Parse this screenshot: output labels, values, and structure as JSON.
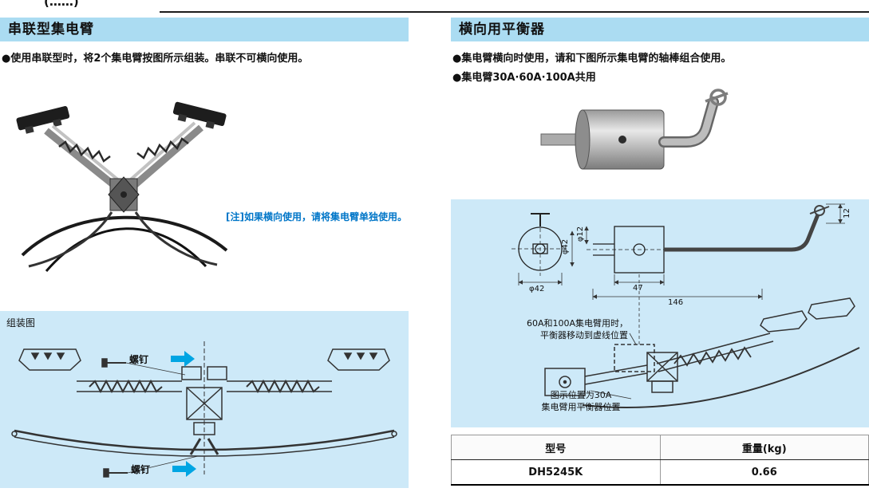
{
  "page": {
    "top_cropped_text": "(……)"
  },
  "colors": {
    "header_bg": "#abdcf2",
    "diagram_bg": "#cde9f8",
    "note_blue": "#0076c8",
    "arrow_blue": "#00a5e3"
  },
  "left_section": {
    "title": "串联型集电臂",
    "bullet": "●使用串联型时，将2个集电臂按图所示组装。串联不可横向使用。",
    "note": "[注]如果横向使用，请将集电臂单独使用。",
    "assembly": {
      "label": "组装图",
      "screw_label": "螺钉"
    }
  },
  "right_section": {
    "title": "横向用平衡器",
    "bullet1": "●集电臂横向时使用，请和下图所示集电臂的轴棒组合使用。",
    "bullet2": "●集电臂30A·60A·100A共用",
    "diagram": {
      "dim_phi42_front": "φ42",
      "dim_phi42_side": "φ42",
      "dim_phi12": "φ12",
      "dim_47": "47",
      "dim_146": "146",
      "dim_12": "12",
      "note1_line1": "60A和100A集电臂用时，",
      "note1_line2": "平衡器移动到虚线位置",
      "note2_line1": "图示位置为30A",
      "note2_line2": "集电臂用平衡器位置"
    },
    "table": {
      "headers": [
        "型号",
        "重量(kg)"
      ],
      "rows": [
        [
          "DH5245K",
          "0.66"
        ]
      ]
    }
  }
}
